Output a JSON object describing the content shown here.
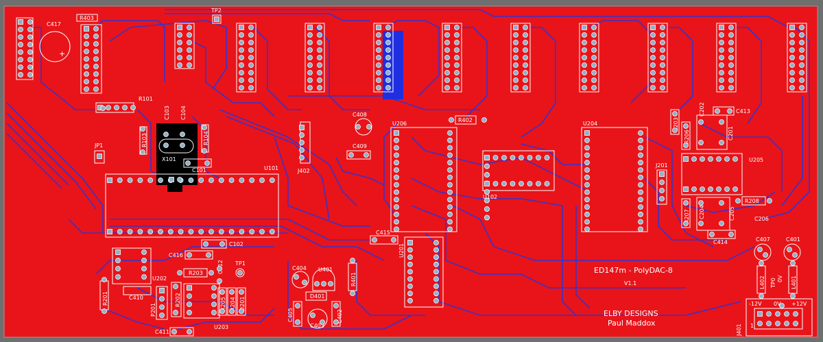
{
  "colors": {
    "background": "#6f6f6f",
    "copper_top": "#e8141a",
    "copper_bottom": "#3a32c8",
    "silkscreen": "#ffffff",
    "pad": "#8fb3c8"
  },
  "board": {
    "title": "ED147m - PolyDAC-8",
    "version": "V1.1",
    "maker": "ELBY DESIGNS",
    "author": "Paul Maddox"
  },
  "labels": {
    "r403": "R403",
    "c417": "C417",
    "tp2": "TP2",
    "r101": "R101",
    "c103": "C103",
    "c104": "C104",
    "r103": "R103",
    "r104": "R104",
    "x101": "X101",
    "c101": "C101",
    "jp1": "JP1",
    "u101": "U101",
    "c408": "C408",
    "c409": "C409",
    "j402": "J402",
    "u206": "U206",
    "r402": "R402",
    "u102": "U102",
    "u204": "U204",
    "c203": "C203",
    "r206": "R206",
    "c202": "C202",
    "c413": "C413",
    "c201": "C201",
    "u205": "U205",
    "j201": "J201",
    "r207": "R207",
    "c204": "C204",
    "c205": "C205",
    "r208": "R208",
    "c206": "C206",
    "c414": "C414",
    "c415": "C415",
    "u201": "U201",
    "c416": "C416",
    "c102": "C102",
    "u202": "U202",
    "c410": "C410",
    "r201": "R201",
    "p201": "P201",
    "r203": "R203",
    "c412": "C412",
    "tp1": "TP1",
    "r202": "R202",
    "r205": "R205",
    "r204": "R204",
    "d201": "D201",
    "u203": "U203",
    "c411": "C411",
    "c404": "C404",
    "u401": "U401",
    "d401": "D401",
    "r401": "R401",
    "c405": "C405",
    "c403": "C403",
    "c402": "C402",
    "c407": "C407",
    "c401": "C401",
    "l402": "L402",
    "tp0": "TP0",
    "ov": "0V",
    "l401": "L401",
    "j401": "J401",
    "m12v": "-12V",
    "ov2": "0V",
    "p12v": "+12V",
    "pin1": "1"
  }
}
